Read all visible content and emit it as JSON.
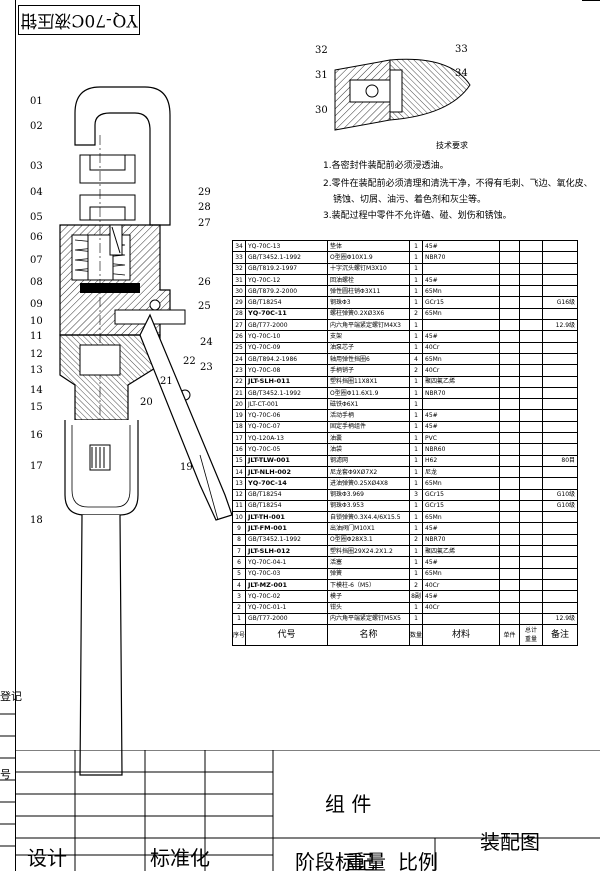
{
  "drawing_title": "YQ-70C液压钳",
  "tech_req": {
    "title": "技术要求",
    "items": [
      "1.各密封件装配前必须浸透油。",
      "2.零件在装配前必须清理和清洗干净，不得有毛刺、飞边、氧化皮、",
      "锈蚀、切屑、油污、着色剂和灰尘等。",
      "3.装配过程中零件不允许磕、碰、划伤和锈蚀。"
    ]
  },
  "callouts_main": [
    "01",
    "02",
    "03",
    "04",
    "05",
    "06",
    "07",
    "08",
    "09",
    "10",
    "11",
    "12",
    "13",
    "14",
    "15",
    "16",
    "17",
    "18",
    "19",
    "20",
    "21",
    "22",
    "23",
    "24",
    "25",
    "26",
    "27",
    "28",
    "29"
  ],
  "callouts_detail": [
    "30",
    "31",
    "32",
    "33",
    "34"
  ],
  "bom_rows": [
    {
      "no": "34",
      "code": "YQ-70C-13",
      "name": "垫体",
      "qty": "1",
      "mat": "45#",
      "note": ""
    },
    {
      "no": "33",
      "code": "GB/T3452.1-1992",
      "name": "O型圈Φ10X1.9",
      "qty": "1",
      "mat": "NBR70",
      "note": ""
    },
    {
      "no": "32",
      "code": "GB/T819.2-1997",
      "name": "十字沉头螺钉M3X10",
      "qty": "1",
      "mat": "",
      "note": ""
    },
    {
      "no": "31",
      "code": "YQ-70C-12",
      "name": "回油螺栓",
      "qty": "1",
      "mat": "45#",
      "note": ""
    },
    {
      "no": "30",
      "code": "GB/T879.2-2000",
      "name": "弹性圆柱销Φ3X11",
      "qty": "1",
      "mat": "65Mn",
      "note": ""
    },
    {
      "no": "29",
      "code": "GB/T18254",
      "name": "钢珠Φ3",
      "qty": "1",
      "mat": "GCr15",
      "note": "G16级"
    },
    {
      "no": "28",
      "code": "YQ-70C-11",
      "name": "螺柱弹簧0.2XØ3X6",
      "qty": "2",
      "mat": "65Mn",
      "note": ""
    },
    {
      "no": "27",
      "code": "GB/T77-2000",
      "name": "内六角平端紧定螺钉M4X3",
      "qty": "1",
      "mat": "",
      "note": "12.9级"
    },
    {
      "no": "26",
      "code": "YQ-70C-10",
      "name": "支架",
      "qty": "1",
      "mat": "45#",
      "note": ""
    },
    {
      "no": "25",
      "code": "YQ-70C-09",
      "name": "油泵芯子",
      "qty": "1",
      "mat": "40Cr",
      "note": ""
    },
    {
      "no": "24",
      "code": "GB/T894.2-1986",
      "name": "轴用弹性挡圈6",
      "qty": "4",
      "mat": "65Mn",
      "note": ""
    },
    {
      "no": "23",
      "code": "YQ-70C-08",
      "name": "手柄销子",
      "qty": "2",
      "mat": "40Cr",
      "note": ""
    },
    {
      "no": "22",
      "code": "JLT-SLH-011",
      "name": "塑料挡圈11X8X1",
      "qty": "1",
      "mat": "聚四氟乙烯",
      "note": ""
    },
    {
      "no": "21",
      "code": "GB/T3452.1-1992",
      "name": "O型圈Φ11.6X1.9",
      "qty": "1",
      "mat": "NBR70",
      "note": ""
    },
    {
      "no": "20",
      "code": "JLT-CT-001",
      "name": "磁铁Φ6X1",
      "qty": "1",
      "mat": "",
      "note": ""
    },
    {
      "no": "19",
      "code": "YQ-70C-06",
      "name": "活动手柄",
      "qty": "1",
      "mat": "45#",
      "note": ""
    },
    {
      "no": "18",
      "code": "YQ-70C-07",
      "name": "固定手柄组件",
      "qty": "1",
      "mat": "45#",
      "note": ""
    },
    {
      "no": "17",
      "code": "YQ-120A-13",
      "name": "油囊",
      "qty": "1",
      "mat": "PVC",
      "note": ""
    },
    {
      "no": "16",
      "code": "YQ-70C-05",
      "name": "油袋",
      "qty": "1",
      "mat": "NBR60",
      "note": ""
    },
    {
      "no": "15",
      "code": "JLT-TLW-001",
      "name": "钢滤网",
      "qty": "1",
      "mat": "H62",
      "note": "80目"
    },
    {
      "no": "14",
      "code": "JLT-NLH-002",
      "name": "尼龙套Φ9XØ7X2",
      "qty": "1",
      "mat": "尼龙",
      "note": ""
    },
    {
      "no": "13",
      "code": "YQ-70C-14",
      "name": "进油弹簧0.25XØ4X8",
      "qty": "1",
      "mat": "65Mn",
      "note": ""
    },
    {
      "no": "12",
      "code": "GB/T18254",
      "name": "钢珠Φ3.969",
      "qty": "3",
      "mat": "GCr15",
      "note": "G10级"
    },
    {
      "no": "11",
      "code": "GB/T18254",
      "name": "钢珠Φ3.953",
      "qty": "1",
      "mat": "GCr15",
      "note": "G10级"
    },
    {
      "no": "10",
      "code": "JLT-TH-001",
      "name": "自锁弹簧0.3X4.4/6X15.5",
      "qty": "1",
      "mat": "65Mn",
      "note": ""
    },
    {
      "no": "9",
      "code": "JLT-FM-001",
      "name": "出油阀门M10X1",
      "qty": "1",
      "mat": "45#",
      "note": ""
    },
    {
      "no": "8",
      "code": "GB/T3452.1-1992",
      "name": "O型圈Φ28X3.1",
      "qty": "2",
      "mat": "NBR70",
      "note": ""
    },
    {
      "no": "7",
      "code": "JLT-SLH-012",
      "name": "塑料挡圈29X24.2X1.2",
      "qty": "1",
      "mat": "聚四氟乙烯",
      "note": ""
    },
    {
      "no": "6",
      "code": "YQ-70C-04-1",
      "name": "活塞",
      "qty": "1",
      "mat": "45#",
      "note": ""
    },
    {
      "no": "5",
      "code": "YQ-70C-03",
      "name": "弹簧",
      "qty": "1",
      "mat": "65Mn",
      "note": ""
    },
    {
      "no": "4",
      "code": "JLT-MZ-001",
      "name": "下模柱-6（M5）",
      "qty": "2",
      "mat": "40Cr",
      "note": ""
    },
    {
      "no": "3",
      "code": "YQ-70C-02",
      "name": "模子",
      "qty": "8副",
      "mat": "45#",
      "note": ""
    },
    {
      "no": "2",
      "code": "YQ-70C-01-1",
      "name": "钳头",
      "qty": "1",
      "mat": "40Cr",
      "note": ""
    },
    {
      "no": "1",
      "code": "GB/T77-2000",
      "name": "内六角平端紧定螺钉M5X5",
      "qty": "1",
      "mat": "",
      "note": "12.9级"
    }
  ],
  "bom_header": {
    "no": "序号",
    "code": "代号",
    "name": "名称",
    "qty": "数量",
    "mat": "材料",
    "unit": "单件",
    "total": "总计",
    "weight": "重量",
    "note": "备注"
  },
  "title_block": {
    "component": "组 件",
    "drawing_type": "装配图",
    "design": "设计",
    "standard": "标准化",
    "stage": "阶段标记",
    "weight": "重量",
    "scale": "比例"
  },
  "side_labels": {
    "register": "登记",
    "number": "号"
  }
}
